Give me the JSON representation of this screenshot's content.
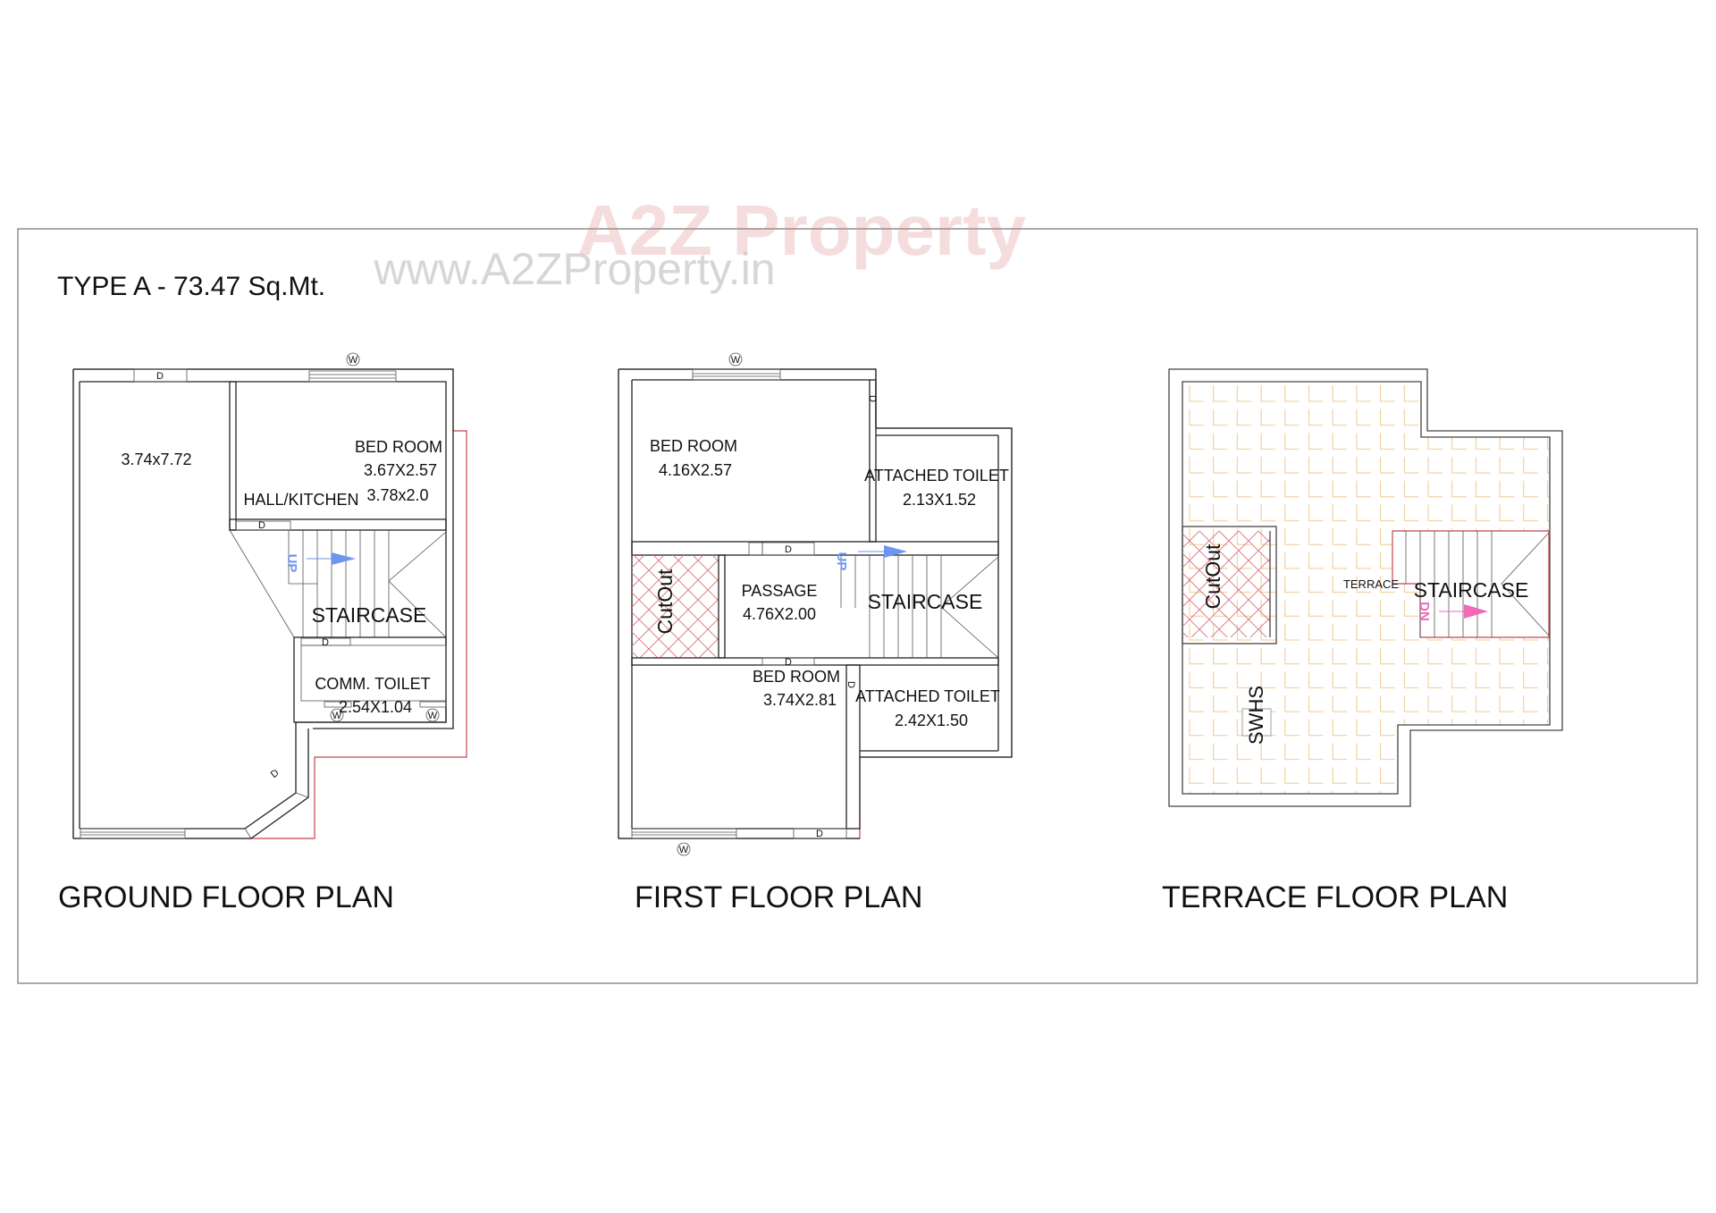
{
  "title": "TYPE A - 73.47 Sq.Mt.",
  "watermark": {
    "brand": "A2Z Property",
    "url": "www.A2ZProperty.in"
  },
  "colors": {
    "outline": "#c0484e",
    "up_arrow": "#6e95f0",
    "dn_arrow": "#f06ab8",
    "tile": "#f0c890",
    "hatch": "#d9737a"
  },
  "ground_floor": {
    "caption": "GROUND FLOOR PLAN",
    "bed_room": {
      "name": "BED ROOM",
      "size": "3.67X2.57"
    },
    "hall_kitchen": {
      "name": "HALL/KITCHEN",
      "size": "3.74x7.72",
      "size2": "3.78x2.0"
    },
    "staircase": "STAIRCASE",
    "up": "UP",
    "toilet": {
      "name": "COMM. TOILET",
      "size": "2.54X1.04"
    },
    "door": "D",
    "window": "W"
  },
  "first_floor": {
    "caption": "FIRST FLOOR PLAN",
    "bed_room_1": {
      "name": "BED ROOM",
      "size": "4.16X2.57"
    },
    "toilet_1": {
      "name": "ATTACHED TOILET",
      "size": "2.13X1.52"
    },
    "cutout": "CutOut",
    "passage": {
      "name": "PASSAGE",
      "size": "4.76X2.00"
    },
    "staircase": "STAIRCASE",
    "up": "UP",
    "bed_room_2": {
      "name": "BED ROOM",
      "size": "3.74X2.81"
    },
    "toilet_2": {
      "name": "ATTACHED TOILET",
      "size": "2.42X1.50"
    },
    "door": "D",
    "window": "W"
  },
  "terrace_floor": {
    "caption": "TERRACE FLOOR PLAN",
    "cutout": "CutOut",
    "terrace": "TERRACE",
    "staircase": "STAIRCASE",
    "dn": "DN",
    "swhs": "SWHS"
  }
}
